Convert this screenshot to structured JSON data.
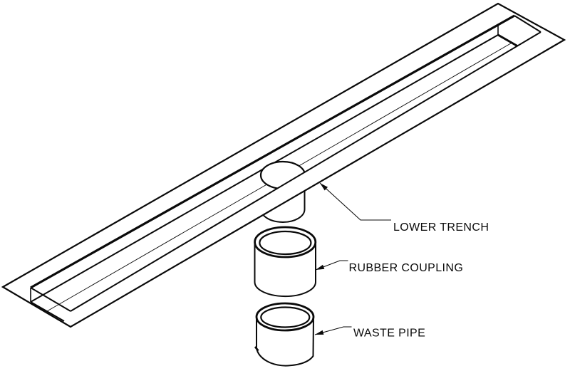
{
  "diagram": {
    "type": "exploded-assembly-drawing",
    "background_color": "#ffffff",
    "line_color": "#0a0a0a",
    "parts": [
      {
        "id": "lower-trench",
        "label": "LOWER TRENCH"
      },
      {
        "id": "rubber-coupling",
        "label": "RUBBER COUPLING"
      },
      {
        "id": "waste-pipe",
        "label": "WASTE PIPE"
      }
    ]
  }
}
